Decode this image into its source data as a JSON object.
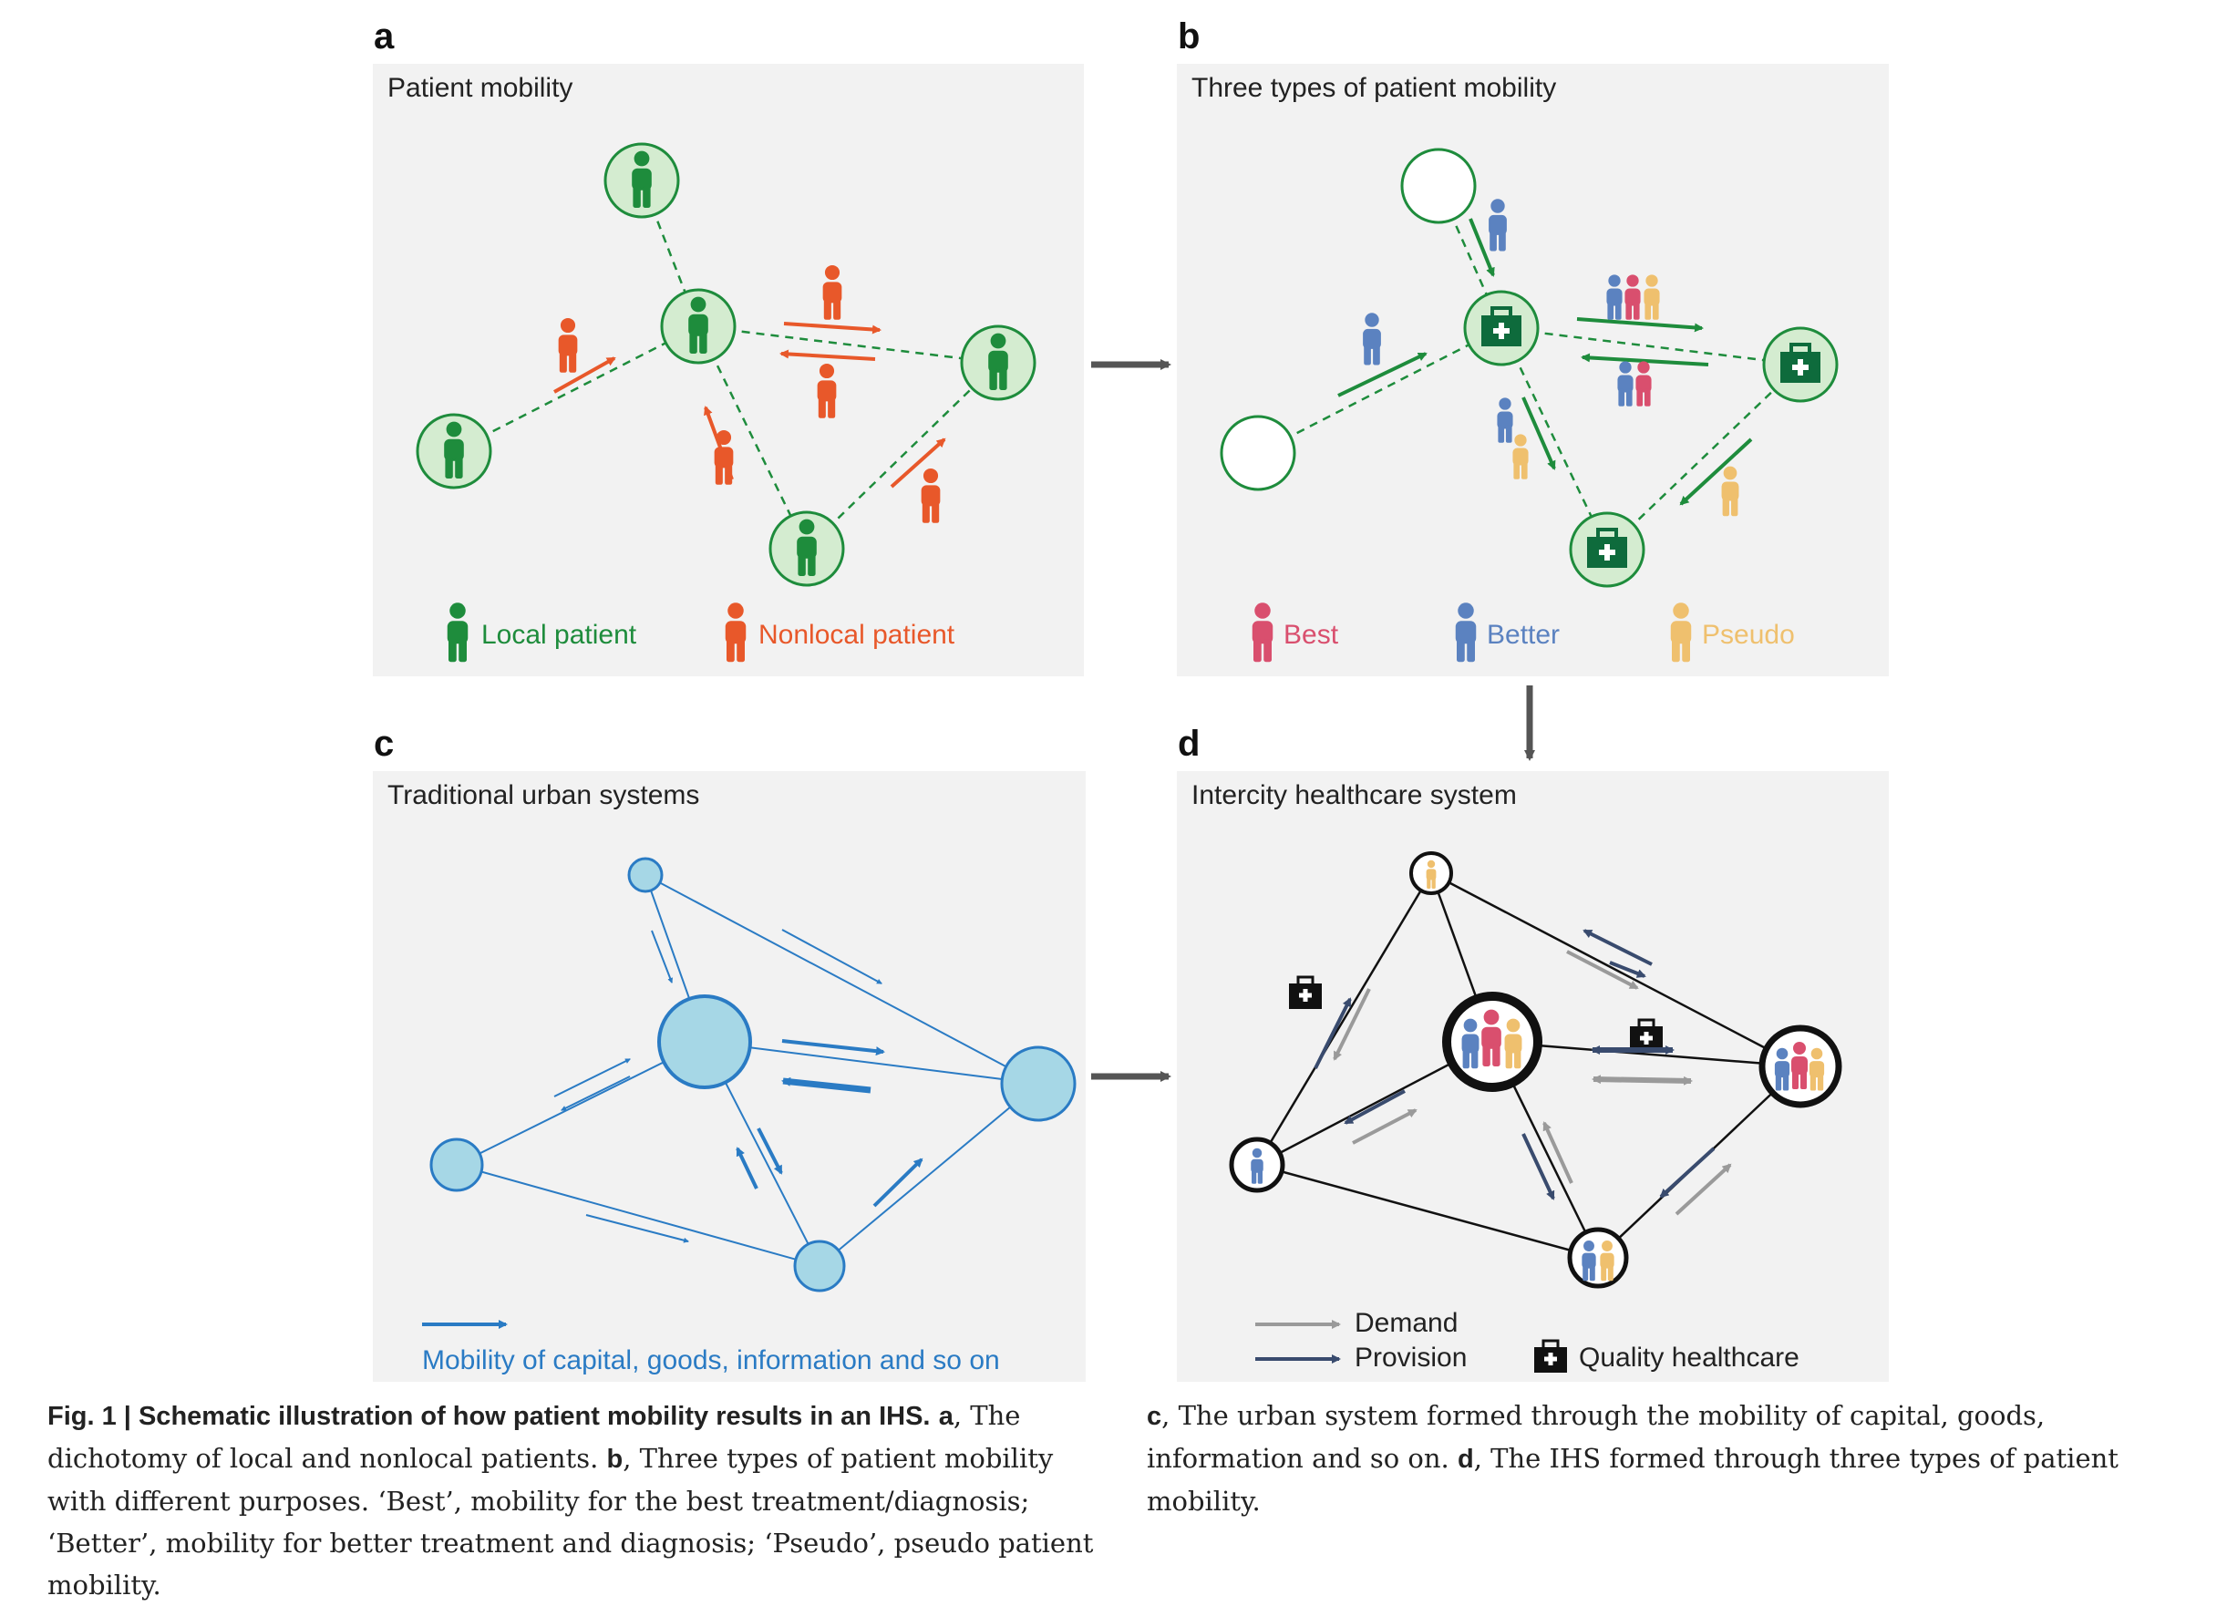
{
  "panels": {
    "a": {
      "letter": "a",
      "title": "Patient mobility",
      "legend_local": "Local patient",
      "legend_nonlocal": "Nonlocal patient"
    },
    "b": {
      "letter": "b",
      "title": "Three types of patient mobility",
      "legend_best": "Best",
      "legend_better": "Better",
      "legend_pseudo": "Pseudo"
    },
    "c": {
      "letter": "c",
      "title": "Traditional urban systems",
      "legend_mobility": "Mobility of capital, goods, information and so on"
    },
    "d": {
      "letter": "d",
      "title": "Intercity healthcare system",
      "legend_demand": "Demand",
      "legend_provision": "Provision",
      "legend_quality": "Quality healthcare"
    }
  },
  "caption": {
    "fig_label": "Fig. 1 | ",
    "fig_title": "Schematic illustration of how patient mobility results in an IHS.",
    "a_letter": "a",
    "a_text": ", The dichotomy of local and nonlocal patients.",
    "b_letter": "b",
    "b_text": ", Three types of patient mobility with different purposes. ‘Best’, mobility for the best treatment/diagnosis; ‘Better’, mobility for better treatment and diagnosis; ‘Pseudo’, pseudo patient mobility.",
    "c_letter": "c",
    "c_text": ", The urban system formed through the mobility of capital, goods, information and so on.",
    "d_letter": "d",
    "d_text": ", The IHS formed through three types of patient mobility."
  },
  "colors": {
    "local": "#1e8c3c",
    "nonlocal": "#e8582a",
    "node_fill_a": "#d4ecd0",
    "hospital": "#0e6b3c",
    "best": "#d94f6e",
    "better": "#5b82c0",
    "pseudo": "#efc06e",
    "urban": "#2a7bc4",
    "urban_fill": "#a6d7e6",
    "demand": "#9a9a9a",
    "provision": "#394b6e",
    "panel_bg": "#f2f2f2",
    "arrow_gray": "#555555"
  }
}
